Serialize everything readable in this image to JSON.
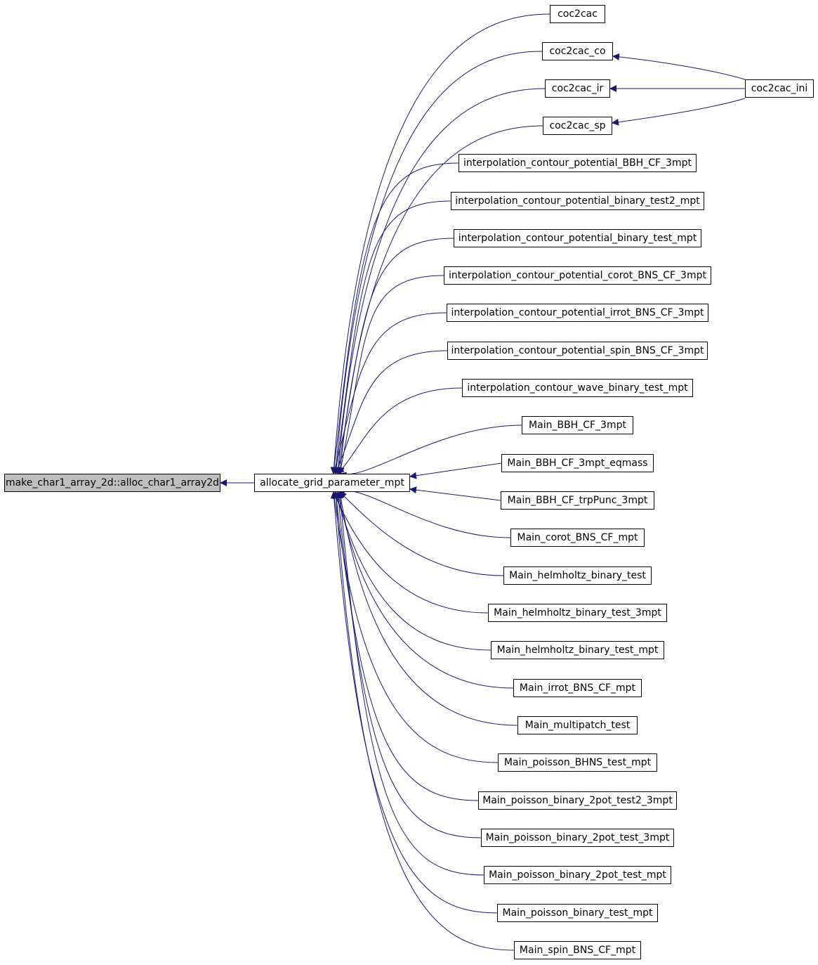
{
  "colors": {
    "edge": "#191970",
    "root_fill": "#bfbfbf",
    "node_fill": "#ffffff",
    "border": "#000000"
  },
  "nodes": {
    "root": "make_char1_array_2d::alloc_char1_array2d",
    "hub": "allocate_grid_parameter_mpt",
    "ini": "coc2cac_ini",
    "callers": [
      "coc2cac",
      "coc2cac_co",
      "coc2cac_ir",
      "coc2cac_sp",
      "interpolation_contour_potential_BBH_CF_3mpt",
      "interpolation_contour_potential_binary_test2_mpt",
      "interpolation_contour_potential_binary_test_mpt",
      "interpolation_contour_potential_corot_BNS_CF_3mpt",
      "interpolation_contour_potential_irrot_BNS_CF_3mpt",
      "interpolation_contour_potential_spin_BNS_CF_3mpt",
      "interpolation_contour_wave_binary_test_mpt",
      "Main_BBH_CF_3mpt",
      "Main_BBH_CF_3mpt_eqmass",
      "Main_BBH_CF_trpPunc_3mpt",
      "Main_corot_BNS_CF_mpt",
      "Main_helmholtz_binary_test",
      "Main_helmholtz_binary_test_3mpt",
      "Main_helmholtz_binary_test_mpt",
      "Main_irrot_BNS_CF_mpt",
      "Main_multipatch_test",
      "Main_poisson_BHNS_test_mpt",
      "Main_poisson_binary_2pot_test2_3mpt",
      "Main_poisson_binary_2pot_test_3mpt",
      "Main_poisson_binary_2pot_test_mpt",
      "Main_poisson_binary_test_mpt",
      "Main_spin_BNS_CF_mpt"
    ]
  }
}
